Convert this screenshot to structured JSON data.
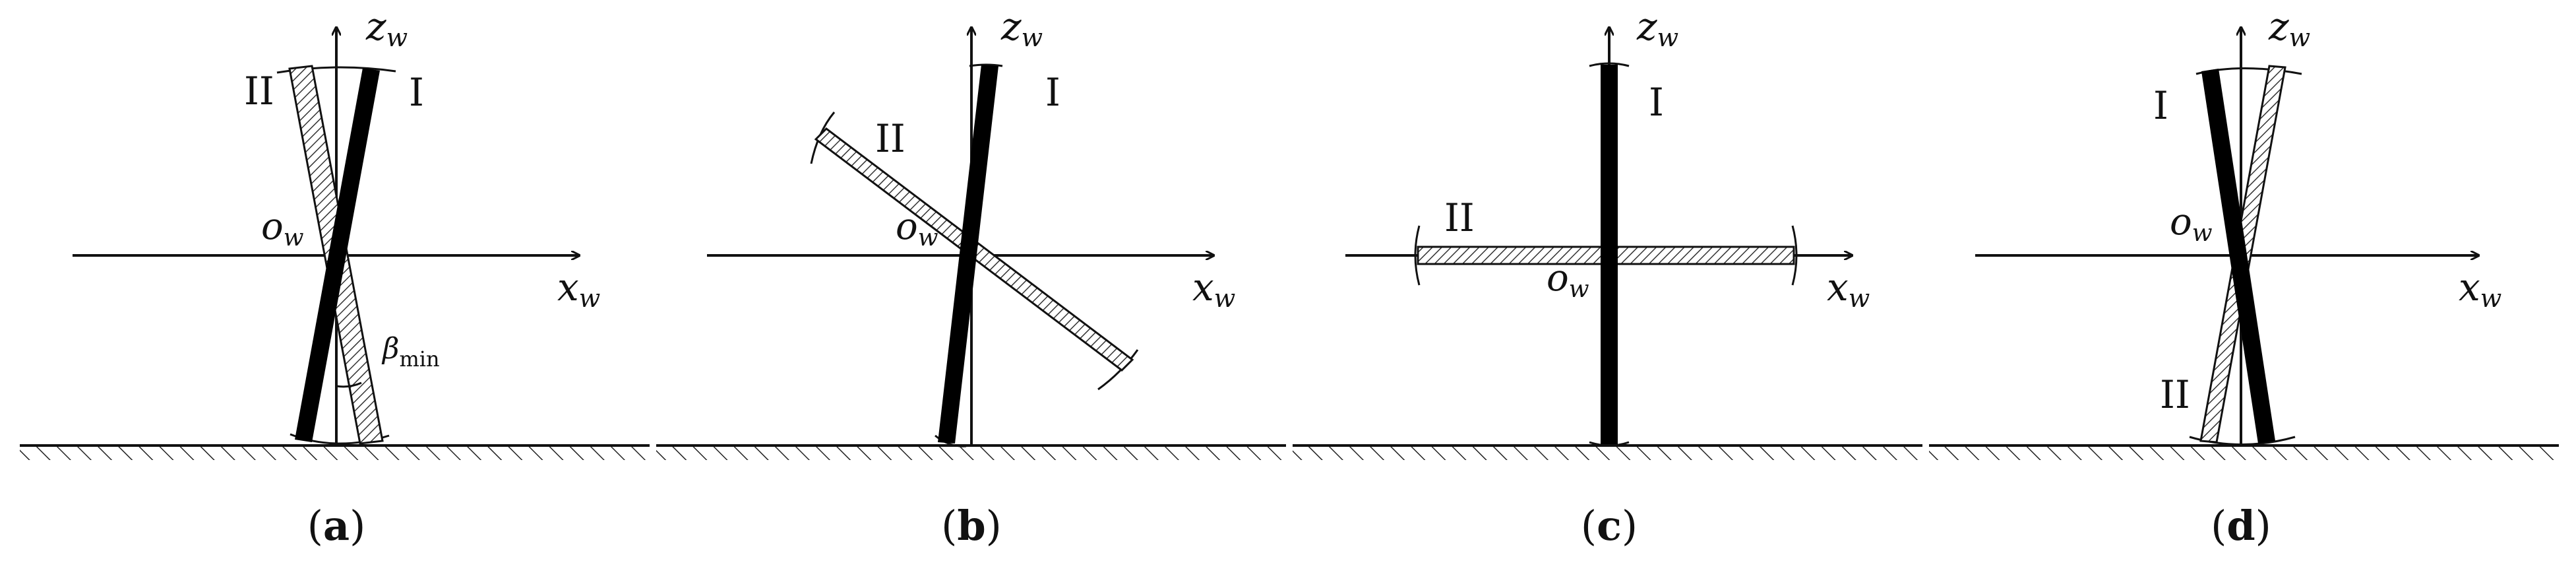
{
  "panels": [
    {
      "caption_letter": "a",
      "x_axis_label": "x",
      "x_axis_sub": "w",
      "z_axis_label": "z",
      "z_axis_sub": "w",
      "origin_label": "o",
      "origin_sub": "w",
      "rod1_label": "I",
      "rod2_label": "II",
      "angle_label": "β",
      "angle_sub": "min"
    },
    {
      "caption_letter": "b",
      "x_axis_label": "x",
      "x_axis_sub": "w",
      "z_axis_label": "z",
      "z_axis_sub": "w",
      "origin_label": "o",
      "origin_sub": "w",
      "rod1_label": "I",
      "rod2_label": "II"
    },
    {
      "caption_letter": "c",
      "x_axis_label": "x",
      "x_axis_sub": "w",
      "z_axis_label": "z",
      "z_axis_sub": "w",
      "origin_label": "o",
      "origin_sub": "w",
      "rod1_label": "I",
      "rod2_label": "II"
    },
    {
      "caption_letter": "d",
      "x_axis_label": "x",
      "x_axis_sub": "w",
      "z_axis_label": "z",
      "z_axis_sub": "w",
      "origin_label": "o",
      "origin_sub": "w",
      "rod1_label": "I",
      "rod2_label": "II"
    }
  ],
  "caption_open": "(",
  "caption_close": ")",
  "colors": {
    "ink": "#111111",
    "rod_I": "#000000",
    "rod_II_hatch": "#333333"
  }
}
